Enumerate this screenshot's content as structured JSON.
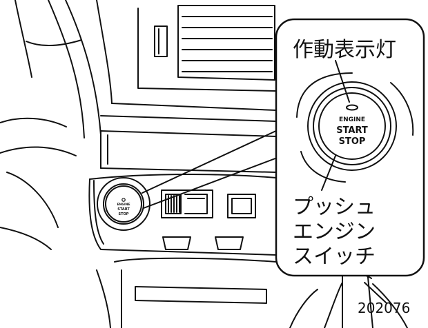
{
  "callout": {
    "indicator_label": "作動表示灯",
    "button_name_lines": [
      "プッシュ",
      "エンジン",
      "スイッチ"
    ]
  },
  "button": {
    "lines": [
      "ENGINE",
      "START",
      "STOP"
    ]
  },
  "small_button": {
    "lines": [
      "ENGINE",
      "START",
      "STOP"
    ]
  },
  "figure_code": "202076"
}
